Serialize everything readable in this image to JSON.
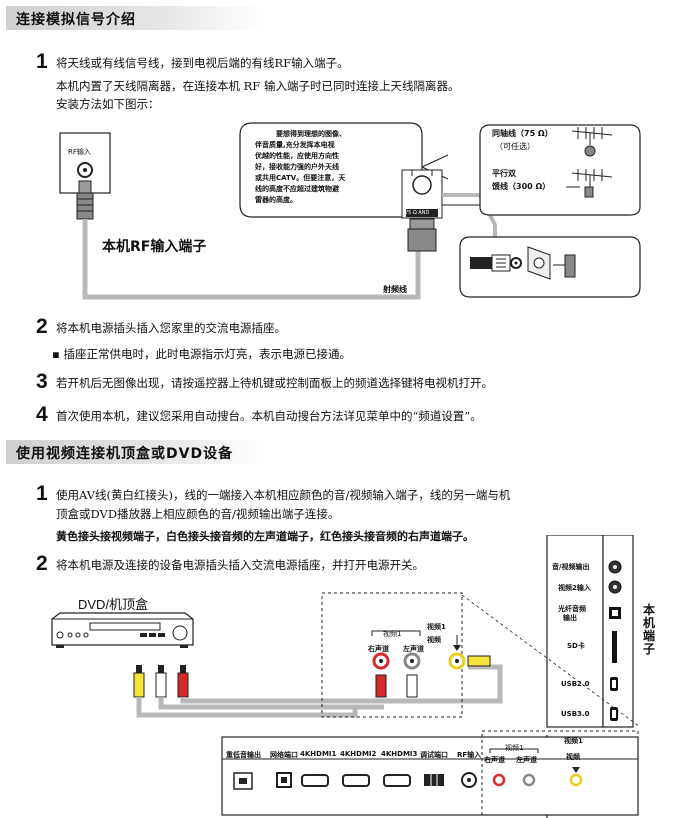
{
  "section1": {
    "title": "连接模拟信号介绍",
    "step1": {
      "num": "1",
      "line1": "将天线或有线信号线，接到电视后端的有线RF输入端子。",
      "line2": "本机内置了天线隔离器，在连接本机 RF 输入端子时已同时连接上天线隔离器。",
      "line3": "安装方法如下图示："
    },
    "diagram": {
      "rf_input": "RF输入",
      "rf_terminal": "本机RF输入端子",
      "note": [
        "要想得到理想的图像、",
        "伴音质量,充分发挥本电视",
        "优越的性能，应使用方向性",
        "好，接收能力强的户外天线",
        "或共用CATV。但要注意，天",
        "线的高度不应超过建筑物避",
        "雷器的高度。"
      ],
      "adapter_label": "75 Ω AND",
      "coax": "同轴线（75 Ω）",
      "optional": "（可任选）",
      "flat_line1": "平行双",
      "flat_line2": "馈线（300 Ω）",
      "cable": "射频线"
    },
    "step2": {
      "num": "2",
      "text": "将本机电源插头插入您家里的交流电源插座。"
    },
    "bullet": "▪ 插座正常供电时，此时电源指示灯亮，表示电源已接通。",
    "step3": {
      "num": "3",
      "text": "若开机后无图像出现，请按遥控器上待机键或控制面板上的频道选择键将电视机打开。"
    },
    "step4": {
      "num": "4",
      "text": "首次使用本机，建议您采用自动搜台。本机自动搜台方法详见菜单中的“频道设置”。"
    }
  },
  "section2": {
    "title": "使用视频连接机顶盒或DVD设备",
    "step1": {
      "num": "1",
      "line1": "使用AV线(黄白红接头)，线的一端接入本机相应颜色的音/视频输入端子，线的另一端与机",
      "line2": "顶盒或DVD播放器上相应颜色的音/视频输出端子连接。",
      "bold": "黄色接头接视频端子，白色接头接音频的左声道端子，红色接头接音频的右声道端子。"
    },
    "step2": {
      "num": "2",
      "text": "将本机电源及连接的设备电源插头插入交流电源插座，并打开电源开关。"
    },
    "diagram": {
      "dvd_label": "DVD/机顶盒",
      "video1": "视频1",
      "video": "视频",
      "right_ch": "右声道",
      "left_ch": "左声道",
      "side_panel": [
        "音/视频输出",
        "视频2输入",
        "光纤音频",
        "输出",
        "SD卡",
        "USB2.0",
        "USB3.0"
      ],
      "unit_terminal": [
        "本",
        "机",
        "端",
        "子"
      ],
      "bottom_ports": [
        "重低音输出",
        "网络端口",
        "4KHDMI1",
        "4KHDMI2",
        "4KHDMI3",
        "调试端口",
        "RF输入"
      ],
      "bottom_right_ch": "右声道",
      "bottom_left_ch": "左声道",
      "bottom_video1": "视频1",
      "bottom_video": "视频"
    }
  }
}
